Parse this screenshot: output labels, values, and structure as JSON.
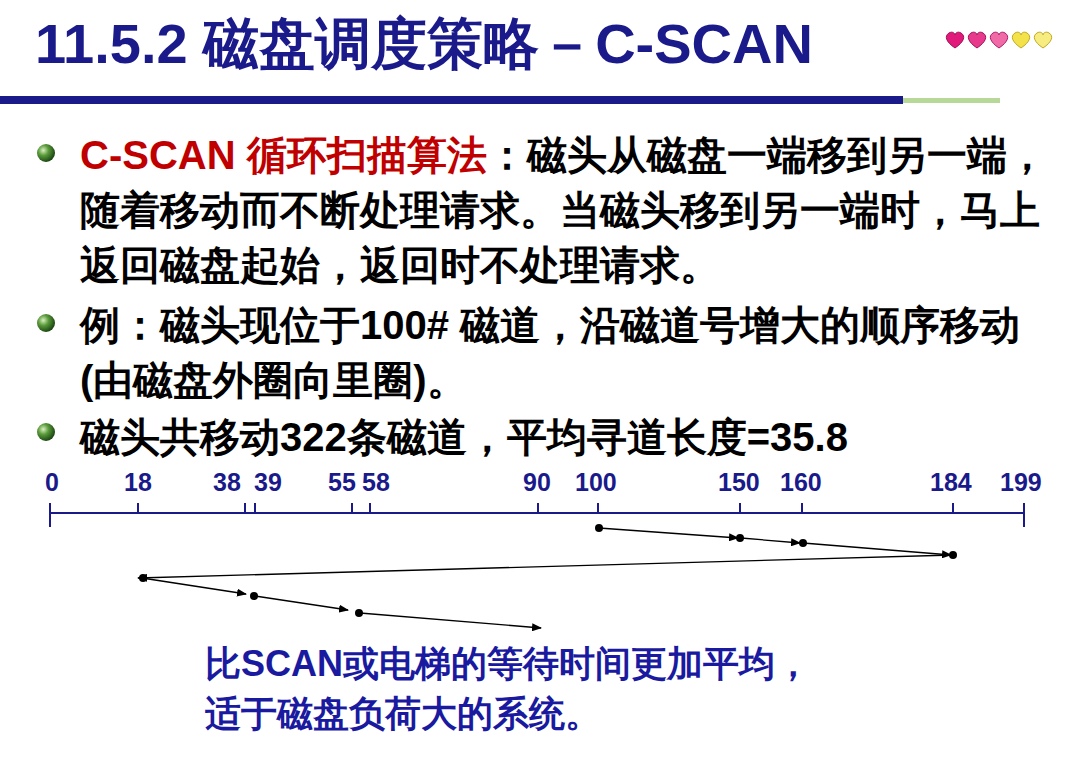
{
  "diagram": {
    "title": "11.5.2 磁盘调度策略－C-SCAN",
    "labels": [
      "C-SCAN 循环扫描算法",
      "：磁头从磁盘一端移到另一端，随着移动而不断处理请求。当磁头移到另一端时，马上返回磁盘起始，返回时不处理请求。",
      "例：磁头现位于100# 磁道，沿磁道号增大的顺序移动(由磁盘外圈向里圈)。",
      "磁头共移动322条磁道，平均寻道长度=35.8",
      "0",
      "18",
      "38",
      "39",
      "55",
      "58",
      "90",
      "100",
      "150",
      "160",
      "184",
      "199",
      "比SCAN或电梯的等待时间更加平均，",
      "适于磁盘负荷大的系统。"
    ]
  }
}
